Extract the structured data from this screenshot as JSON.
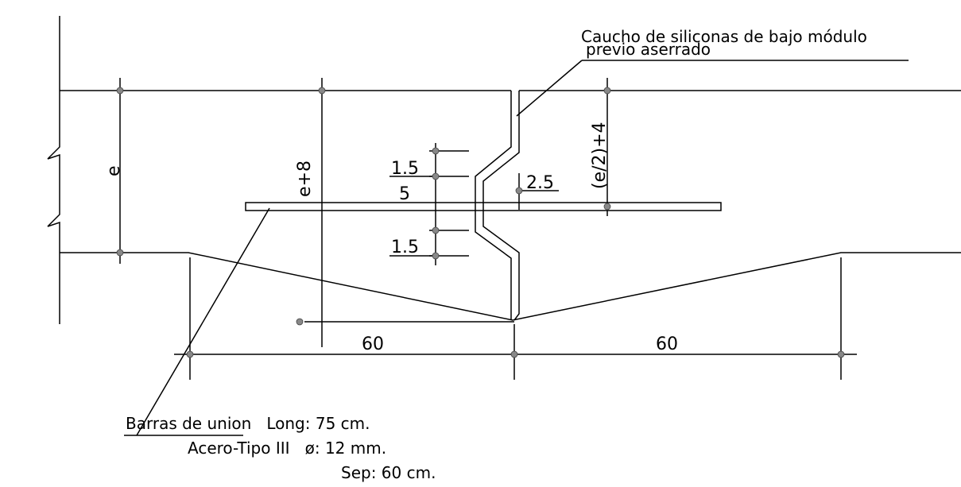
{
  "labels": {
    "sealant_line1": "Caucho de siliconas de bajo módulo",
    "sealant_line2": "previo aserrado",
    "dim_e": "e",
    "dim_e8": "e+8",
    "dim_e2": "(e/2)+4",
    "dim_15_top": "1.5",
    "dim_15_bot": "1.5",
    "dim_5": "5",
    "dim_25": "2.5",
    "dim_60_left": "60",
    "dim_60_right": "60"
  },
  "notes": {
    "line1": "Barras de union   Long: 75 cm.",
    "line2": "Acero-Tipo III   ø: 12 mm.",
    "line3": "Sep: 60 cm."
  }
}
